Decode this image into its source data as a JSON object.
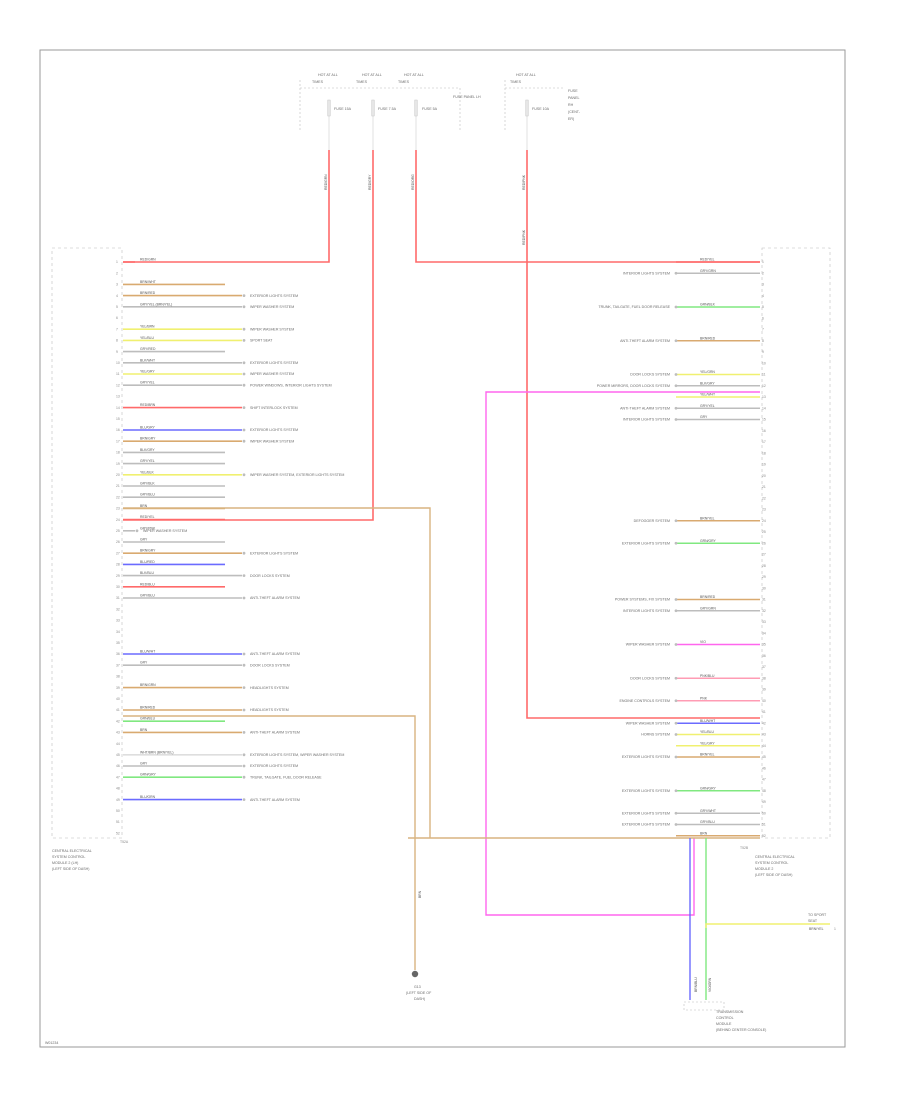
{
  "diagram": {
    "id": "W01234",
    "fuse_box": {
      "fuses": [
        {
          "header": [
            "HOT AT ALL",
            "TIMES"
          ],
          "fuse": "FUSE 15A",
          "wire_color": "RED/GRN"
        },
        {
          "header": [
            "HOT AT ALL",
            "TIMES"
          ],
          "fuse": "FUSE 7.5A",
          "wire_color": "RED/GRY"
        },
        {
          "header": [
            "HOT AT ALL",
            "TIMES"
          ],
          "fuse": "FUSE 5A",
          "wire_color": "RED/ORG"
        },
        {
          "header": [
            "HOT AT ALL",
            "TIMES"
          ],
          "fuse": "FUSE 10A",
          "wire_color": "RED/PNK"
        }
      ],
      "box_label": "FUSE PANEL LH",
      "box_label_right": [
        "FUSE",
        "PANEL",
        "RH",
        "(CENT-",
        "ER)"
      ]
    },
    "left_module": {
      "label": [
        "CENTRAL ELECTRICAL",
        "SYSTEM CONTROL",
        "MODULE 2 (LH)",
        "(LEFT SIDE OF DASH)"
      ],
      "end_pin": "T52A",
      "pins": [
        {
          "pin": "1",
          "wire": "RED/GRN",
          "dest": ""
        },
        {
          "pin": "2",
          "wire": "",
          "dest": ""
        },
        {
          "pin": "3",
          "wire": "BRN/WHT",
          "dest": ""
        },
        {
          "pin": "4",
          "wire": "BRN/RED",
          "dest": "EXTERIOR LIGHTS SYSTEM"
        },
        {
          "pin": "5",
          "wire": "GRY/YEL (BRN/YEL)",
          "dest": "WIPER WASHER SYSTEM"
        },
        {
          "pin": "6",
          "wire": "",
          "dest": ""
        },
        {
          "pin": "7",
          "wire": "YEL/BRN",
          "dest": "WIPER WASHER SYSTEM"
        },
        {
          "pin": "8",
          "wire": "YEL/BLU",
          "dest": "SPORT SEAT"
        },
        {
          "pin": "9",
          "wire": "GRY/RED",
          "dest": ""
        },
        {
          "pin": "10",
          "wire": "BLK/WHT",
          "dest": "EXTERIOR LIGHTS SYSTEM"
        },
        {
          "pin": "11",
          "wire": "YEL/GRY",
          "dest": "WIPER WASHER SYSTEM"
        },
        {
          "pin": "12",
          "wire": "GRY/YEL",
          "dest": "POWER WINDOWS, INTERIOR LIGHTS SYSTEM"
        },
        {
          "pin": "13",
          "wire": "",
          "dest": ""
        },
        {
          "pin": "14",
          "wire": "RED/BRN",
          "dest": "SHIFT INTERLOCK SYSTEM"
        },
        {
          "pin": "15",
          "wire": "",
          "dest": ""
        },
        {
          "pin": "16",
          "wire": "BLU/GRY",
          "dest": "EXTERIOR LIGHTS SYSTEM"
        },
        {
          "pin": "17",
          "wire": "BRN/GRY",
          "dest": "WIPER WASHER SYSTEM"
        },
        {
          "pin": "18",
          "wire": "BLK/GRY",
          "dest": ""
        },
        {
          "pin": "19",
          "wire": "GRY/YEL",
          "dest": ""
        },
        {
          "pin": "20",
          "wire": "YEL/BLK",
          "dest": "WIPER WASHER SYSTEM, EXTERIOR LIGHTS SYSTEM"
        },
        {
          "pin": "21",
          "wire": "GRY/BLK",
          "dest": ""
        },
        {
          "pin": "22",
          "wire": "GRY/BLU",
          "dest": ""
        },
        {
          "pin": "23",
          "wire": "BRN",
          "dest": ""
        },
        {
          "pin": "24",
          "wire": "RED/YEL",
          "dest": ""
        },
        {
          "pin": "25",
          "wire": "GRY/PNK",
          "dest": "WIPER WASHER SYSTEM"
        },
        {
          "pin": "26",
          "wire": "GRY",
          "dest": ""
        },
        {
          "pin": "27",
          "wire": "BRN/GRY",
          "dest": "EXTERIOR LIGHTS SYSTEM"
        },
        {
          "pin": "28",
          "wire": "BLU/RED",
          "dest": ""
        },
        {
          "pin": "29",
          "wire": "BLK/BLU",
          "dest": "DOOR LOCKS SYSTEM"
        },
        {
          "pin": "30",
          "wire": "RED/BLU",
          "dest": ""
        },
        {
          "pin": "31",
          "wire": "GRY/BLU",
          "dest": "ANTI-THEFT ALARM SYSTEM"
        },
        {
          "pin": "32",
          "wire": "",
          "dest": ""
        },
        {
          "pin": "33",
          "wire": "",
          "dest": ""
        },
        {
          "pin": "34",
          "wire": "",
          "dest": ""
        },
        {
          "pin": "35",
          "wire": "",
          "dest": ""
        },
        {
          "pin": "36",
          "wire": "BLU/WHT",
          "dest": "ANTI-THEFT ALARM SYSTEM"
        },
        {
          "pin": "37",
          "wire": "GRY",
          "dest": "DOOR LOCKS SYSTEM"
        },
        {
          "pin": "38",
          "wire": "",
          "dest": ""
        },
        {
          "pin": "39",
          "wire": "BRN/GRN",
          "dest": "HEADLIGHTS SYSTEM"
        },
        {
          "pin": "40",
          "wire": "",
          "dest": ""
        },
        {
          "pin": "41",
          "wire": "BRN/RED",
          "dest": "HEADLIGHTS SYSTEM"
        },
        {
          "pin": "42",
          "wire": "GRN/BLU",
          "dest": ""
        },
        {
          "pin": "43",
          "wire": "BRN",
          "dest": "ANTI-THEFT ALARM SYSTEM"
        },
        {
          "pin": "44",
          "wire": "",
          "dest": ""
        },
        {
          "pin": "45",
          "wire": "WHT/BRN (BRN/YEL)",
          "dest": "EXTERIOR LIGHTS SYSTEM, WIPER WASHER SYSTEM"
        },
        {
          "pin": "46",
          "wire": "GRY",
          "dest": "EXTERIOR LIGHTS SYSTEM"
        },
        {
          "pin": "47",
          "wire": "GRN/GRY",
          "dest": "TRUNK, TAILGATE, FUEL DOOR RELEASE"
        },
        {
          "pin": "48",
          "wire": "",
          "dest": ""
        },
        {
          "pin": "49",
          "wire": "BLU/GRN",
          "dest": "ANTI-THEFT ALARM SYSTEM"
        },
        {
          "pin": "50",
          "wire": "",
          "dest": ""
        },
        {
          "pin": "51",
          "wire": "",
          "dest": ""
        },
        {
          "pin": "52",
          "wire": "",
          "dest": ""
        }
      ]
    },
    "right_module": {
      "label": [
        "CENTRAL ELECTRICAL",
        "SYSTEM CONTROL",
        "MODULE 2",
        "(LEFT SIDE OF DASH)"
      ],
      "end_pin": "T52B",
      "pins": [
        {
          "pin": "1",
          "wire": "RED/YEL",
          "dest": ""
        },
        {
          "pin": "2",
          "wire": "GRY/GRN",
          "dest": "INTERIOR LIGHTS SYSTEM"
        },
        {
          "pin": "3",
          "wire": "",
          "dest": ""
        },
        {
          "pin": "4",
          "wire": "",
          "dest": ""
        },
        {
          "pin": "5",
          "wire": "GRN/BLK",
          "dest": "TRUNK, TAILGATE, FUEL DOOR RELEASE"
        },
        {
          "pin": "6",
          "wire": "",
          "dest": ""
        },
        {
          "pin": "7",
          "wire": "",
          "dest": ""
        },
        {
          "pin": "8",
          "wire": "BRN/RED",
          "dest": "ANTI-THEFT ALARM SYSTEM"
        },
        {
          "pin": "9",
          "wire": "",
          "dest": ""
        },
        {
          "pin": "10",
          "wire": "",
          "dest": ""
        },
        {
          "pin": "11",
          "wire": "YEL/GRN",
          "dest": "DOOR LOCKS SYSTEM"
        },
        {
          "pin": "12",
          "wire": "BLK/GRY",
          "dest": "POWER MIRRORS, DOOR LOCKS SYSTEM"
        },
        {
          "pin": "13",
          "wire": "YEL/WHT",
          "dest": ""
        },
        {
          "pin": "14",
          "wire": "GRY/YEL",
          "dest": "ANTI-THEFT ALARM SYSTEM"
        },
        {
          "pin": "15",
          "wire": "GRY",
          "dest": "INTERIOR LIGHTS SYSTEM"
        },
        {
          "pin": "16",
          "wire": "",
          "dest": ""
        },
        {
          "pin": "17",
          "wire": "",
          "dest": ""
        },
        {
          "pin": "18",
          "wire": "",
          "dest": ""
        },
        {
          "pin": "19",
          "wire": "",
          "dest": ""
        },
        {
          "pin": "20",
          "wire": "",
          "dest": ""
        },
        {
          "pin": "21",
          "wire": "",
          "dest": ""
        },
        {
          "pin": "22",
          "wire": "",
          "dest": ""
        },
        {
          "pin": "23",
          "wire": "",
          "dest": ""
        },
        {
          "pin": "24",
          "wire": "BRN/YEL",
          "dest": "DEFOGGER SYSTEM"
        },
        {
          "pin": "25",
          "wire": "",
          "dest": ""
        },
        {
          "pin": "26",
          "wire": "GRN/GRY",
          "dest": "EXTERIOR LIGHTS SYSTEM"
        },
        {
          "pin": "27",
          "wire": "",
          "dest": ""
        },
        {
          "pin": "28",
          "wire": "",
          "dest": ""
        },
        {
          "pin": "29",
          "wire": "",
          "dest": ""
        },
        {
          "pin": "30",
          "wire": "",
          "dest": ""
        },
        {
          "pin": "31",
          "wire": "BRN/RED",
          "dest": "POWER SYSTEMS, FIX SYSTEM"
        },
        {
          "pin": "32",
          "wire": "GRY/GRN",
          "dest": "INTERIOR LIGHTS SYSTEM"
        },
        {
          "pin": "33",
          "wire": "",
          "dest": ""
        },
        {
          "pin": "34",
          "wire": "",
          "dest": ""
        },
        {
          "pin": "35",
          "wire": "VIO",
          "dest": "WIPER WASHER SYSTEM"
        },
        {
          "pin": "36",
          "wire": "",
          "dest": ""
        },
        {
          "pin": "37",
          "wire": "",
          "dest": ""
        },
        {
          "pin": "38",
          "wire": "PNK/BLU",
          "dest": "DOOR LOCKS SYSTEM"
        },
        {
          "pin": "39",
          "wire": "",
          "dest": ""
        },
        {
          "pin": "40",
          "wire": "PNK",
          "dest": "ENGINE CONTROLS SYSTEM"
        },
        {
          "pin": "41",
          "wire": "",
          "dest": ""
        },
        {
          "pin": "42",
          "wire": "BLU/WHT",
          "dest": "WIPER WASHER SYSTEM"
        },
        {
          "pin": "43",
          "wire": "YEL/BLU",
          "dest": "HORNS SYSTEM"
        },
        {
          "pin": "44",
          "wire": "YEL/GRY",
          "dest": ""
        },
        {
          "pin": "45",
          "wire": "BRN/YEL",
          "dest": "EXTERIOR LIGHTS SYSTEM"
        },
        {
          "pin": "46",
          "wire": "",
          "dest": ""
        },
        {
          "pin": "47",
          "wire": "",
          "dest": ""
        },
        {
          "pin": "48",
          "wire": "GRN/GRY",
          "dest": "EXTERIOR LIGHTS SYSTEM"
        },
        {
          "pin": "49",
          "wire": "",
          "dest": ""
        },
        {
          "pin": "50",
          "wire": "GRY/WHT",
          "dest": "EXTERIOR LIGHTS SYSTEM"
        },
        {
          "pin": "51",
          "wire": "GRY/BLU",
          "dest": "EXTERIOR LIGHTS SYSTEM"
        },
        {
          "pin": "52",
          "wire": "BRN",
          "dest": ""
        }
      ]
    },
    "ground": {
      "wire": "BRN",
      "label": [
        "G13",
        "(LEFT SIDE OF",
        "DASH)"
      ]
    },
    "transmission": {
      "wires": [
        "BRN/BLU",
        "VIO/GRN"
      ],
      "label": [
        "TRANSMISSION",
        "CONTROL",
        "MODULE",
        "(BEHIND CENTER CONSOLE)"
      ],
      "side_label": [
        "TO SPORT",
        "SEAT"
      ],
      "side_wire": "BRN/YEL",
      "side_pin": "1"
    },
    "colors": {
      "frame": "#9a9a9a",
      "red": "#ff6a6a",
      "pink": "#ff9cb4",
      "orange": "#ff9a40",
      "magenta": "#ff66ee",
      "brown": "#d9aa70",
      "blue": "#6b6bff",
      "green": "#80e880",
      "yellow": "#f0f070",
      "gray": "#bdbdbd",
      "gray_light": "#dedede",
      "ground": "#d9b480"
    }
  }
}
